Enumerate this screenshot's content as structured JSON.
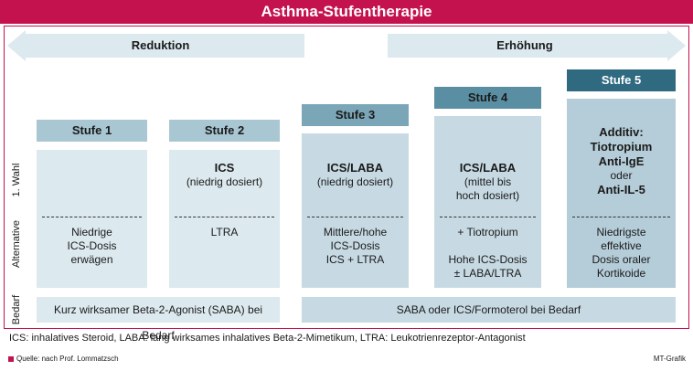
{
  "title": "Asthma-Stufentherapie",
  "arrows": {
    "left": "Reduktion",
    "right": "Erhöhung"
  },
  "row_labels": {
    "first": "1. Wahl",
    "alternative": "Alternative",
    "bedarf": "Bedarf"
  },
  "stages": [
    {
      "label": "Stufe 1",
      "first_line1": "",
      "first_line2": "",
      "first_line3": "",
      "alt_line1": "Niedrige",
      "alt_line2": "ICS-Dosis",
      "alt_line3": "erwägen",
      "alt_line4": ""
    },
    {
      "label": "Stufe 2",
      "first_line1": "ICS",
      "first_line2": "(niedrig dosiert)",
      "first_line3": "",
      "alt_line1": "LTRA",
      "alt_line2": "",
      "alt_line3": "",
      "alt_line4": ""
    },
    {
      "label": "Stufe 3",
      "first_line1": "ICS/LABA",
      "first_line2": "(niedrig dosiert)",
      "first_line3": "",
      "alt_line1": "Mittlere/hohe",
      "alt_line2": "ICS-Dosis",
      "alt_line3": "ICS + LTRA",
      "alt_line4": ""
    },
    {
      "label": "Stufe 4",
      "first_line1": "ICS/LABA",
      "first_line2": "(mittel bis",
      "first_line3": "hoch dosiert)",
      "alt_line1": "+ Tiotropium",
      "alt_line2": "",
      "alt_line3": "Hohe ICS-Dosis",
      "alt_line4": "± LABA/LTRA"
    },
    {
      "label": "Stufe 5",
      "first_line1": "Additiv:",
      "first_line2": "Tiotropium",
      "first_line3": "Anti-IgE",
      "first_line4": "oder",
      "first_line5": "Anti-IL-5",
      "alt_line1": "Niedrigste",
      "alt_line2": "effektive",
      "alt_line3": "Dosis oraler",
      "alt_line4": "Kortikoide"
    }
  ],
  "bedarf": {
    "left": "Kurz wirksamer Beta-2-Agonist (SABA) bei Bedarf",
    "right": "SABA oder ICS/Formoterol bei Bedarf"
  },
  "footnote": "ICS: inhalatives Steroid, LABA: lang wirksames inhalatives Beta-2-Mimetikum, LTRA: Leukotrienrezeptor-Antagonist",
  "source": "Quelle: nach Prof. Lommatzsch",
  "credit": "MT-Grafik",
  "colors": {
    "brand": "#c4124f",
    "head1": "#a9c6d3",
    "head3": "#7ba6b8",
    "head4": "#5a8ea3",
    "head5": "#2f6a80",
    "box_light": "#dce9ef",
    "box_mid": "#c7dae3",
    "box_dark": "#b5cdd9"
  }
}
